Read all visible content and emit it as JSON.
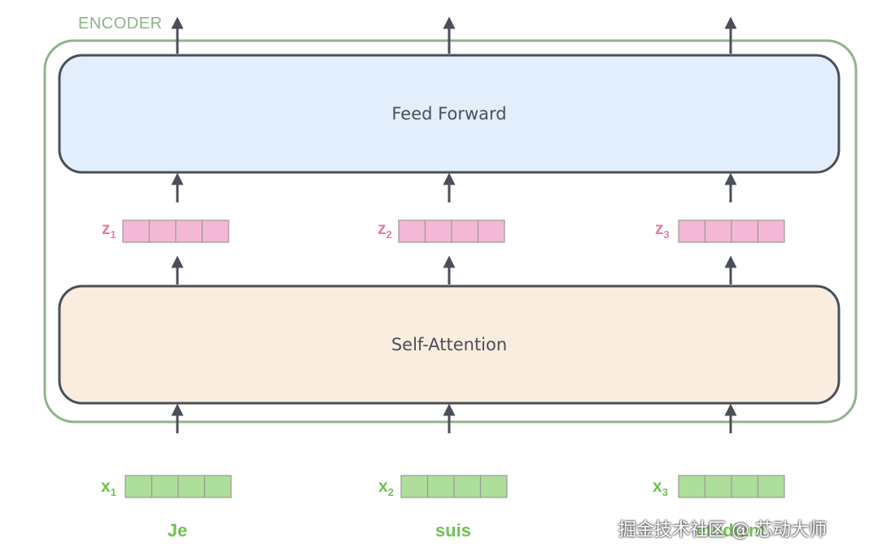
{
  "encoder_label": "ENCODER",
  "feed_forward_label": "Feed Forward",
  "self_attention_label": "Self-Attention",
  "z_vectors": [
    {
      "letter": "z",
      "sub": "1"
    },
    {
      "letter": "z",
      "sub": "2"
    },
    {
      "letter": "z",
      "sub": "3"
    }
  ],
  "x_vectors": [
    {
      "letter": "x",
      "sub": "1"
    },
    {
      "letter": "x",
      "sub": "2"
    },
    {
      "letter": "x",
      "sub": "3"
    }
  ],
  "words": [
    "Je",
    "suis",
    "étudiant"
  ],
  "watermark": "掘金技术社区 @ 芯动大师",
  "colors": {
    "encoder_border": "#8fb48a",
    "feed_forward_fill": "#e2eefb",
    "self_attention_fill": "#fbece0",
    "block_border": "#4a4f57",
    "z_cell": "#f4b8d6",
    "x_cell": "#addf9a",
    "arrow": "#4a4f57"
  }
}
